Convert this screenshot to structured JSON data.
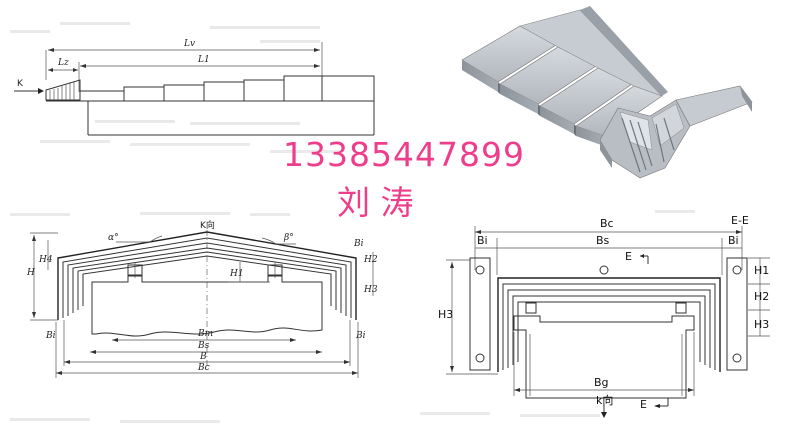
{
  "contact": {
    "phone": "13385447899",
    "name": "刘    涛"
  },
  "telescopic_diagram": {
    "k_label": "K",
    "lv_label": "Lv",
    "lz_label": "Lz",
    "l1_label": "L1"
  },
  "section_left": {
    "title": "K向",
    "alpha_label": "α°",
    "beta_label": "β°",
    "h_label": "H",
    "h4_label": "H4",
    "h1_label": "H1",
    "h2_label": "H2",
    "h3_label": "H3",
    "bi_left_label": "Bi",
    "bi_right_top_label": "Bi",
    "bi_right_bottom_label": "Bi",
    "bm_label": "Bm",
    "bs_label": "Bs",
    "b_label": "B",
    "bc_label": "Bc"
  },
  "section_right": {
    "bc_label": "Bc",
    "ee_label": "E-E",
    "bi_left_label": "Bi",
    "bs_label": "Bs",
    "bi_right_label": "Bi",
    "e_top_label": "E",
    "h1_label": "H1",
    "h2_label": "H2",
    "h3_right_label": "H3",
    "h3_left_label": "H3",
    "bg_label": "Bg",
    "k_view_label": "k向",
    "e_bottom_label": "E"
  }
}
